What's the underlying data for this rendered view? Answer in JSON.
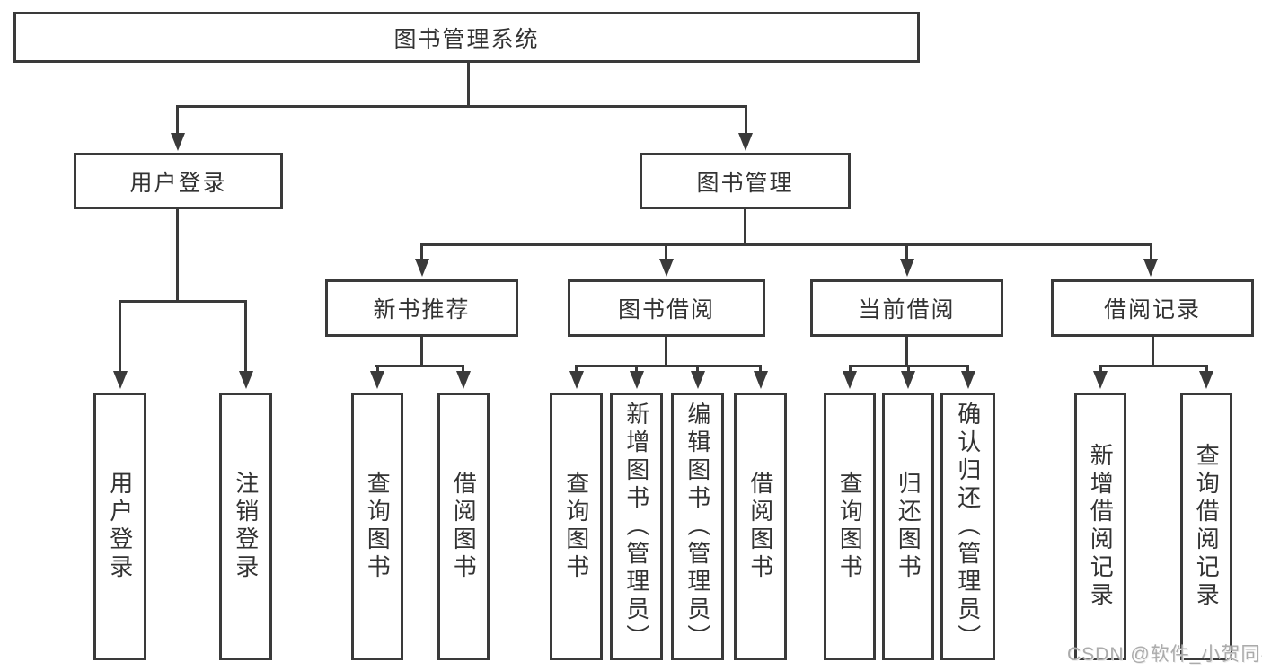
{
  "diagram": {
    "title": "图书管理系统",
    "type": "hierarchy-tree",
    "colors": {
      "line": "#3a3a3a",
      "text": "#333333",
      "background": "#ffffff",
      "watermark": "#ababab"
    },
    "watermark": "CSDN @软件_小贺同学"
  },
  "tree": {
    "label": "图书管理系统",
    "children": [
      {
        "label": "用户登录",
        "children": [
          {
            "label": "用户登录"
          },
          {
            "label": "注销登录"
          }
        ]
      },
      {
        "label": "图书管理",
        "children": [
          {
            "label": "新书推荐",
            "children": [
              {
                "label": "查询图书"
              },
              {
                "label": "借阅图书"
              }
            ]
          },
          {
            "label": "图书借阅",
            "children": [
              {
                "label": "查询图书"
              },
              {
                "label": "新增图书（管理员）"
              },
              {
                "label": "编辑图书（管理员）"
              },
              {
                "label": "借阅图书"
              }
            ]
          },
          {
            "label": "当前借阅",
            "children": [
              {
                "label": "查询图书"
              },
              {
                "label": "归还图书"
              },
              {
                "label": "确认归还（管理员）"
              }
            ]
          },
          {
            "label": "借阅记录",
            "children": [
              {
                "label": "新增借阅记录"
              },
              {
                "label": "查询借阅记录"
              }
            ]
          }
        ]
      }
    ]
  }
}
